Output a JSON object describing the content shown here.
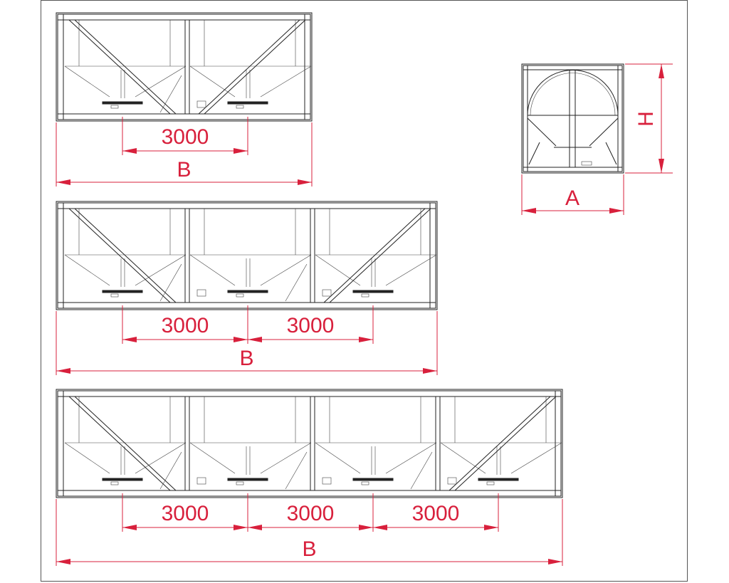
{
  "drawing": {
    "views": [
      {
        "name": "two-hopper-container",
        "hoppers": 2,
        "spacing_labels": [
          "3000"
        ],
        "length_label": "B"
      },
      {
        "name": "three-hopper-container",
        "hoppers": 3,
        "spacing_labels": [
          "3000",
          "3000"
        ],
        "length_label": "B"
      },
      {
        "name": "four-hopper-container",
        "hoppers": 4,
        "spacing_labels": [
          "3000",
          "3000",
          "3000"
        ],
        "length_label": "B"
      }
    ],
    "end_view": {
      "width_label": "A",
      "height_label": "H"
    },
    "colors": {
      "dimension": "#d8203c",
      "line": "#222222"
    }
  }
}
